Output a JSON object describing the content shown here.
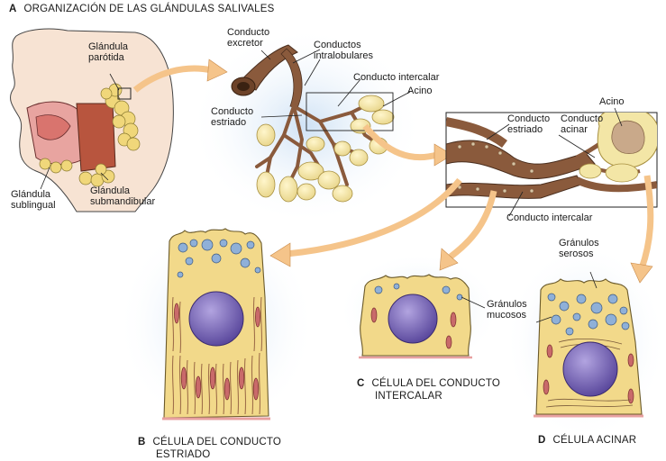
{
  "panel_a": {
    "letter": "A",
    "title": "ORGANIZACIÓN DE LAS GLÁNDULAS SALIVALES",
    "labels": {
      "parotida_1": "Glándula",
      "parotida_2": "parótida",
      "sublingual_1": "Glándula",
      "sublingual_2": "sublingual",
      "submandibular_1": "Glándula",
      "submandibular_2": "submandibular",
      "excretor_1": "Conducto",
      "excretor_2": "excretor",
      "intralob_1": "Conductos",
      "intralob_2": "intralobulares",
      "intercalar_top": "Conducto intercalar",
      "acino_top": "Acino",
      "estriado_1": "Conducto",
      "estriado_2": "estriado",
      "inset_estriado_1": "Conducto",
      "inset_estriado_2": "estriado",
      "inset_acinar_1": "Conducto",
      "inset_acinar_2": "acinar",
      "inset_acino": "Acino",
      "inset_intercalar": "Conducto intercalar"
    }
  },
  "panel_b": {
    "letter": "B",
    "title_1": "CÉLULA DEL CONDUCTO",
    "title_2": "ESTRIADO"
  },
  "panel_c": {
    "letter": "C",
    "title_1": "CÉLULA DEL CONDUCTO",
    "title_2": "INTERCALAR",
    "mucosos_1": "Gránulos",
    "mucosos_2": "mucosos"
  },
  "panel_d": {
    "letter": "D",
    "title": "CÉLULA ACINAR",
    "serosos_1": "Gránulos",
    "serosos_2": "serosos"
  },
  "colors": {
    "cytoplasm": "#f2d98a",
    "nucleus": "#7b68b8",
    "granule": "#8fb0d8",
    "duct": "#8a5a3c",
    "acinus": "#f3e6a6",
    "arrow": "#f5c48a",
    "background_glow": "#d9e8f7",
    "basal": "#e8a0a0"
  }
}
